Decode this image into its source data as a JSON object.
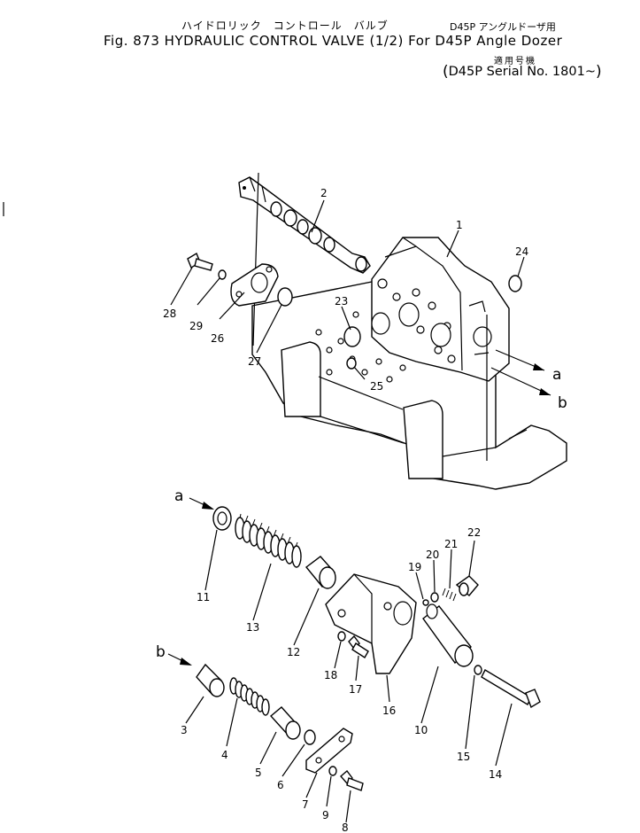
{
  "header": {
    "jp_title": "ハイドロリック　コントロール　バルブ",
    "jp_model": "D45P アングルドーザ用",
    "main_title": "Fig. 873   HYDRAULIC CONTROL VALVE (1/2) For D45P Angle Dozer",
    "serial_jp": "適用号機",
    "serial_open": "(",
    "serial_text": "D45P Serial No. 1801~",
    "serial_close": ")"
  },
  "arrows": {
    "a": "a",
    "b": "b"
  },
  "callouts": {
    "p1": "1",
    "p2": "2",
    "p3": "3",
    "p4": "4",
    "p5": "5",
    "p6": "6",
    "p7": "7",
    "p8": "8",
    "p9": "9",
    "p10": "10",
    "p11": "11",
    "p12": "12",
    "p13": "13",
    "p14": "14",
    "p15": "15",
    "p16": "16",
    "p17": "17",
    "p18": "18",
    "p19": "19",
    "p20": "20",
    "p21": "21",
    "p22": "22",
    "p23": "23",
    "p24": "24",
    "p25": "25",
    "p26": "26",
    "p27": "27",
    "p28": "28",
    "p29": "29"
  }
}
